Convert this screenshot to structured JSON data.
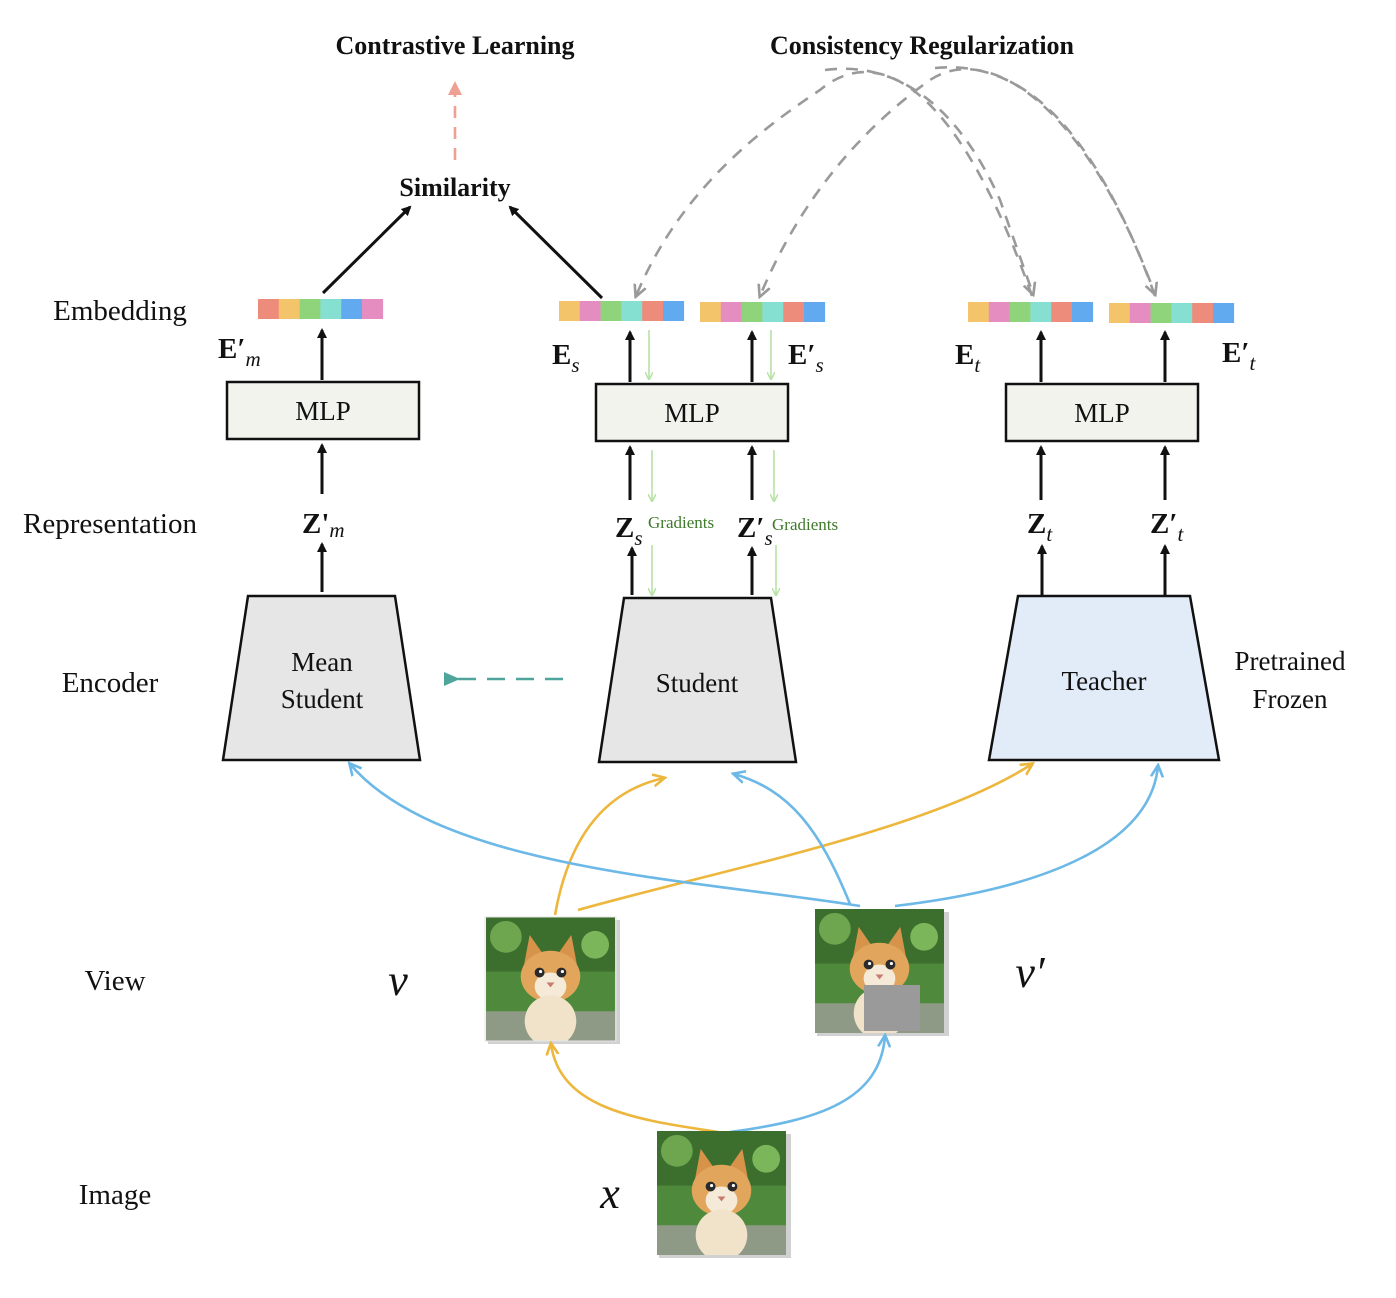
{
  "title_left": "Contrastive Learning",
  "title_right": "Consistency Regularization",
  "similarity": "Similarity",
  "row_labels": {
    "embedding": "Embedding",
    "representation": "Representation",
    "encoder": "Encoder",
    "view": "View",
    "image": "Image"
  },
  "mlp_label": "MLP",
  "encoders": {
    "mean_line1": "Mean",
    "mean_line2": "Student",
    "student": "Student",
    "teacher": "Teacher",
    "teacher_note_line1": "Pretrained",
    "teacher_note_line2": "Frozen"
  },
  "embedding_labels": {
    "em": {
      "base": "E′",
      "sub": "m"
    },
    "es": {
      "base": "E",
      "sub": "s"
    },
    "es_prime": {
      "base": "E′",
      "sub": "s"
    },
    "et": {
      "base": "E",
      "sub": "t"
    },
    "et_prime": {
      "base": "E′",
      "sub": "t"
    }
  },
  "representation_labels": {
    "zm": {
      "base": "Z'",
      "sub": "m"
    },
    "zs": {
      "base": "Z",
      "sub": "s"
    },
    "zs_prime": {
      "base": "Z′",
      "sub": "s"
    },
    "zt": {
      "base": "Z",
      "sub": "t"
    },
    "zt_prime": {
      "base": "Z′",
      "sub": "t"
    }
  },
  "gradients_label": "Gradients",
  "view_symbols": {
    "v": "v",
    "v_prime": "v′",
    "x": "x"
  },
  "colors": {
    "similarity_arrow": "#efa093",
    "consistency_arrow": "#9a9a9a",
    "ema_arrow": "#4fa59b",
    "view_v_arrow": "#edb63c",
    "view_v_prime_arrow": "#6cb8e6",
    "gradients_text": "#3f7a2b",
    "gradient_arrow": "#b7e3a6",
    "teacher_fill": "#e2ecf8",
    "encoder_fill": "#e6e6e6"
  },
  "embedding_bars": {
    "em": [
      "#ee8c7c",
      "#f4c46a",
      "#8fd47a",
      "#86e0d2",
      "#62aaf0",
      "#e58cc0"
    ],
    "es": [
      "#f4c46a",
      "#e58cc0",
      "#8fd47a",
      "#86e0d2",
      "#ee8c7c",
      "#62aaf0"
    ],
    "es_prime": [
      "#f4c46a",
      "#e58cc0",
      "#8fd47a",
      "#86e0d2",
      "#ee8c7c",
      "#62aaf0"
    ],
    "et": [
      "#f4c46a",
      "#e58cc0",
      "#8fd47a",
      "#86e0d2",
      "#ee8c7c",
      "#62aaf0"
    ],
    "et_prime": [
      "#f4c46a",
      "#e58cc0",
      "#8fd47a",
      "#86e0d2",
      "#ee8c7c",
      "#62aaf0"
    ]
  },
  "icons": {
    "view_v": "kitten-closeup-photo",
    "view_v_prime": "kitten-masked-photo",
    "image_x": "kitten-photo"
  }
}
